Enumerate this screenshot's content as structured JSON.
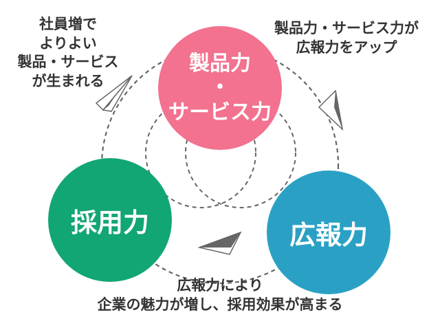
{
  "diagram": {
    "nodes": [
      {
        "id": "product",
        "color": "#f2728f",
        "lines": [
          "製品力",
          "・",
          "サービス力"
        ]
      },
      {
        "id": "recruit",
        "color": "#11a673",
        "lines": [
          "採用力"
        ]
      },
      {
        "id": "pr",
        "color": "#2aa1c4",
        "lines": [
          "広報力"
        ]
      }
    ],
    "captions": {
      "top_left": [
        "社員増で",
        "よりよい",
        "製品・サービス",
        "が生まれる"
      ],
      "top_right": [
        "製品力・サービス力が",
        "広報力をアップ"
      ],
      "bottom": [
        "広報力により",
        "企業の魅力が増し、採用効果が高まる"
      ]
    },
    "colors": {
      "dashed_line": "#666666",
      "plane": "#666666",
      "caption_text": "#333333",
      "background": "#ffffff"
    },
    "icons": [
      "paper-plane-icon",
      "paper-plane-icon",
      "paper-plane-icon"
    ]
  }
}
